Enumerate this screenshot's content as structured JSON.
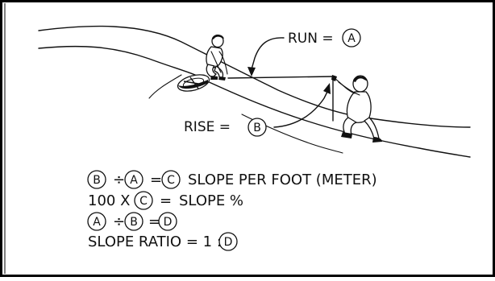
{
  "labels": {
    "run": "RUN =",
    "run_var": "A",
    "rise": "RISE =",
    "rise_var": "B"
  },
  "formulas": [
    {
      "a": "B",
      "op": "÷",
      "b": "A",
      "eq": "=",
      "c": "C",
      "text": "SLOPE PER FOOT (METER)"
    },
    {
      "prefix": "100 X",
      "c": "C",
      "eq": "=",
      "text": "SLOPE %"
    },
    {
      "a": "A",
      "op": "÷",
      "b": "B",
      "eq": "=",
      "c": "D"
    },
    {
      "prefix": "SLOPE RATIO = 1 :",
      "c": "D"
    }
  ],
  "colors": {
    "ink": "#111111",
    "border": "#000000",
    "background": "#ffffff"
  }
}
